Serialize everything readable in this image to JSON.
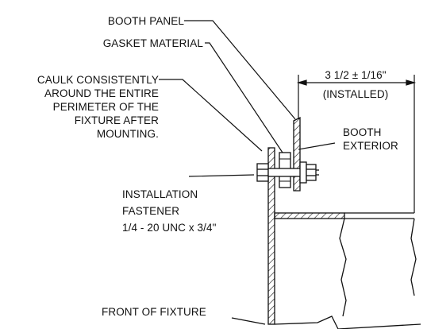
{
  "labels": {
    "booth_panel": "BOOTH PANEL",
    "gasket_material": "GASKET MATERIAL",
    "caulk": [
      "CAULK CONSISTENTLY",
      "AROUND THE ENTIRE",
      "PERIMETER OF THE",
      "FIXTURE AFTER",
      "MOUNTING."
    ],
    "dimension": {
      "value": "3 1/2 ± 1/16\"",
      "note": "(INSTALLED)"
    },
    "booth_exterior": [
      "BOOTH",
      "EXTERIOR"
    ],
    "fastener": [
      "INSTALLATION",
      "FASTENER",
      "1/4 - 20 UNC x 3/4\""
    ],
    "front_of_fixture": "FRONT OF FIXTURE"
  },
  "colors": {
    "line": "#111111",
    "background": "#ffffff"
  }
}
